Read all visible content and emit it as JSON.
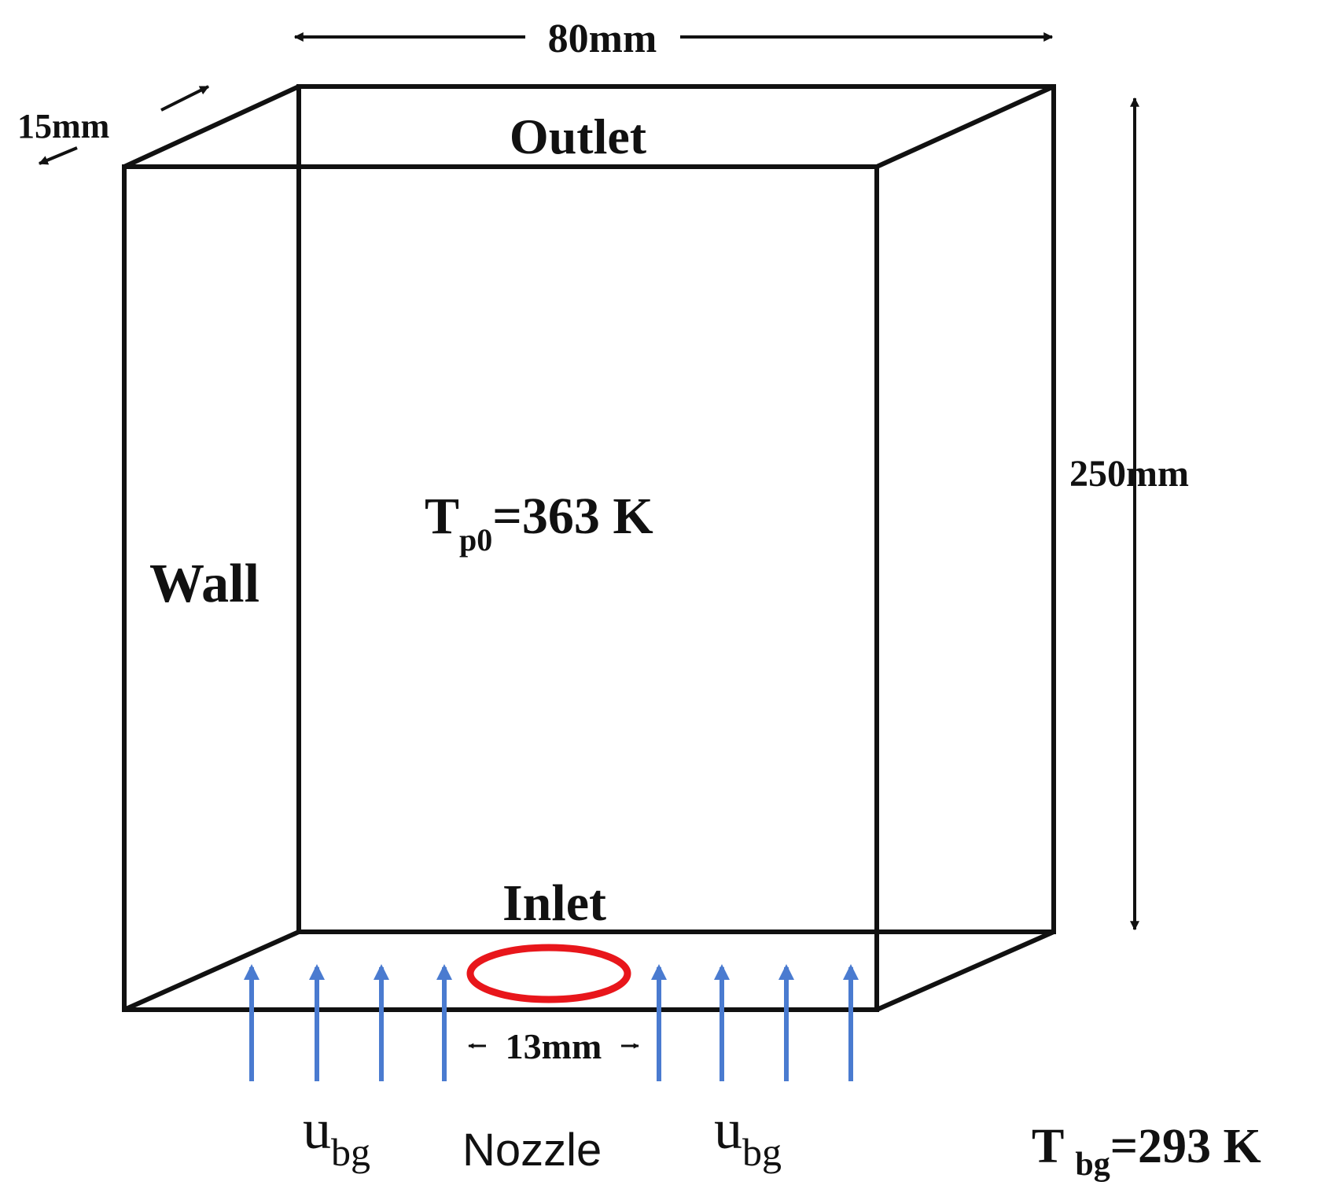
{
  "labels": {
    "width": "80mm",
    "depth": "15mm",
    "height": "250mm",
    "outlet": "Outlet",
    "wall": "Wall",
    "inlet": "Inlet",
    "nozzle_diameter": "13mm",
    "nozzle": "Nozzle",
    "initial_temp_symbol": "T",
    "initial_temp_sub": "p0",
    "initial_temp_value": "=363 K",
    "bg_velocity_symbol": "u",
    "bg_velocity_sub": "bg",
    "bg_temp_symbol": "T",
    "bg_temp_sub": "bg",
    "bg_temp_value": "=293 K"
  },
  "colors": {
    "outline": "#111111",
    "inflow_arrow": "#4a7bd0",
    "nozzle_ring": "#e8161b"
  }
}
